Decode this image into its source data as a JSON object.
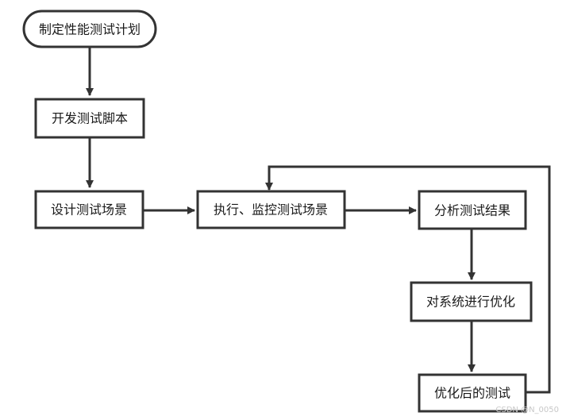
{
  "diagram": {
    "nodes": [
      {
        "id": "plan",
        "label": "制定性能测试计划",
        "shape": "terminal"
      },
      {
        "id": "develop",
        "label": "开发测试脚本",
        "shape": "process"
      },
      {
        "id": "design",
        "label": "设计测试场景",
        "shape": "process"
      },
      {
        "id": "execute",
        "label": "执行、监控测试场景",
        "shape": "process"
      },
      {
        "id": "analyze",
        "label": "分析测试结果",
        "shape": "process"
      },
      {
        "id": "optimize",
        "label": "对系统进行优化",
        "shape": "process"
      },
      {
        "id": "retest",
        "label": "优化后的测试",
        "shape": "process"
      }
    ],
    "edges": [
      {
        "from": "plan",
        "to": "develop"
      },
      {
        "from": "develop",
        "to": "design"
      },
      {
        "from": "design",
        "to": "execute"
      },
      {
        "from": "execute",
        "to": "analyze"
      },
      {
        "from": "analyze",
        "to": "optimize"
      },
      {
        "from": "optimize",
        "to": "retest"
      },
      {
        "from": "retest",
        "to": "execute"
      }
    ],
    "stroke_color": "#333333",
    "text_color": "#1a1a1a"
  },
  "watermark": "CSDN @N_0050"
}
